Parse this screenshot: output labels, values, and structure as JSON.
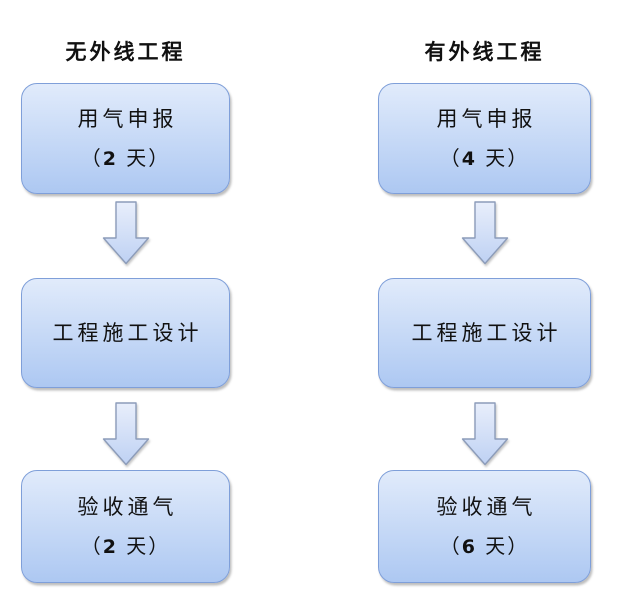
{
  "colors": {
    "background": "#ffffff",
    "box_fill_top": "#e1ebfb",
    "box_fill_bottom": "#adc8f2",
    "box_border": "#7f9fd9",
    "arrow_fill_top": "#e8eefb",
    "arrow_fill_bottom": "#bed1f3",
    "arrow_border": "#8c9cba",
    "text": "#111111"
  },
  "columns": [
    {
      "title": "无外线工程",
      "steps": [
        {
          "label": "用气申报",
          "duration": {
            "open": "（",
            "days": "2",
            "close": " 天）"
          }
        },
        {
          "label": "工程施工设计"
        },
        {
          "label": "验收通气",
          "duration": {
            "open": "（",
            "days": "2",
            "close": " 天）"
          }
        }
      ]
    },
    {
      "title": "有外线工程",
      "steps": [
        {
          "label": "用气申报",
          "duration": {
            "open": "（",
            "days": "4",
            "close": " 天）"
          }
        },
        {
          "label": "工程施工设计"
        },
        {
          "label": "验收通气",
          "duration": {
            "open": "（",
            "days": "6",
            "close": " 天）"
          }
        }
      ]
    }
  ]
}
